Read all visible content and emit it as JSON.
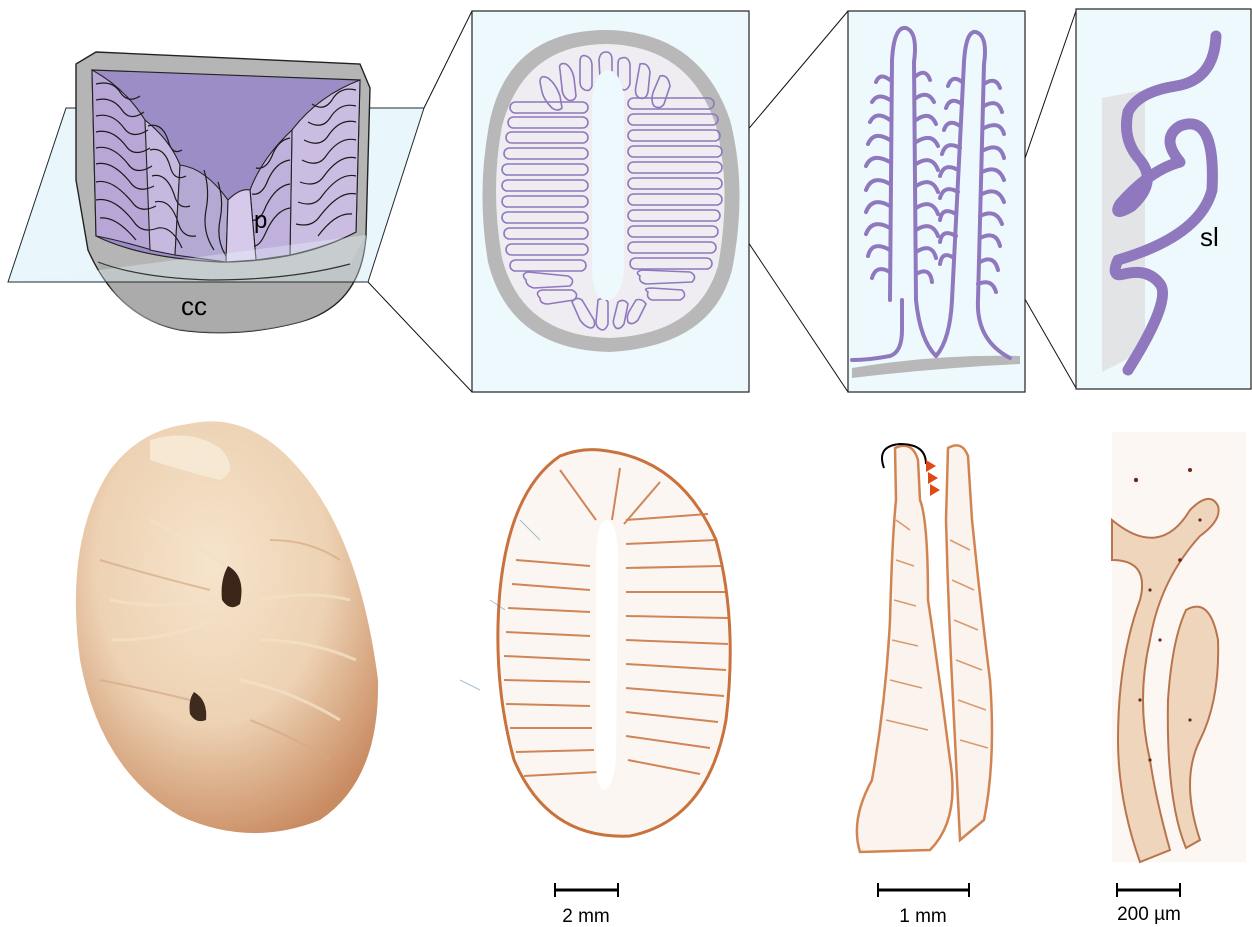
{
  "labels": {
    "cc": "cc",
    "p": "p",
    "sl": "sl"
  },
  "scale_bars": [
    {
      "label": "2 mm"
    },
    {
      "label": "1 mm"
    },
    {
      "label": "200 µm"
    }
  ],
  "colors": {
    "panel_background": "#eef9fd",
    "lamella_purple": "#8f78be",
    "wall_gray": "#b5b5b5",
    "tissue_fill": "#efedf1",
    "stain_orange": "#c9723d",
    "tissue_cream": "#efd7b3",
    "arrowhead": "#dd4a18"
  }
}
